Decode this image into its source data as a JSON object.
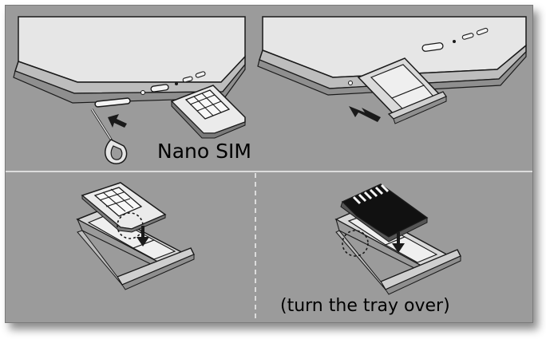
{
  "labels": {
    "nano_sim": "Nano SIM",
    "turn_tray": "(turn the tray over)"
  },
  "colors": {
    "background": "#9b9b9b",
    "phone_body": "#e6e6e6",
    "outline": "#1a1a1a",
    "tray": "#d8d8d8",
    "card_dark": "#111111"
  },
  "steps": [
    {
      "name": "eject-tray",
      "icons": [
        "sim-eject-pin-icon",
        "push-arrow-icon",
        "nano-sim-card-icon"
      ]
    },
    {
      "name": "pull-out-tray",
      "icons": [
        "pull-arrow-icon",
        "sim-tray-icon"
      ]
    },
    {
      "name": "insert-nano-sim",
      "icons": [
        "nano-sim-card-icon",
        "notch-circle-icon",
        "down-arrow-icon"
      ]
    },
    {
      "name": "insert-microsd-card",
      "icons": [
        "microsd-card-icon",
        "notch-circle-icon",
        "down-arrow-icon"
      ]
    }
  ]
}
